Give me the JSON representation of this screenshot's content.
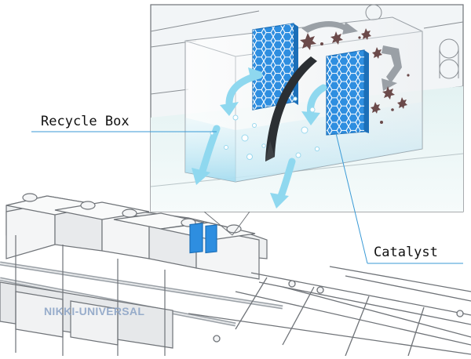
{
  "labels": {
    "recycle_box": "Recycle Box",
    "catalyst": "Catalyst",
    "watermark": "NIKKI-UNIVERSAL"
  },
  "colors": {
    "line_art": "#6f7378",
    "catalyst_blue": "#2e8ee0",
    "flow_arrow": "#8fd8ef",
    "leader_line": "#3a9ad6",
    "dark_band": "#2b2f33",
    "gray_arrow": "#9aa0a6",
    "particles": "#6b4a4a",
    "panel_fill": "#f2f5f7"
  },
  "icons": [
    "catalyst-panel-hex-icon",
    "flow-arrow-icon",
    "particle-star-icon",
    "bubble-icon"
  ]
}
